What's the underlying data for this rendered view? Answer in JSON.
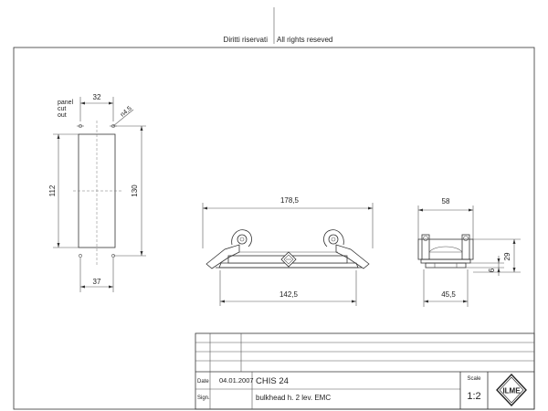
{
  "header": {
    "rights_it": "Diritti riservati",
    "rights_en": "All rights reseved"
  },
  "cutout": {
    "label_line1": "panel",
    "label_line2": "cut",
    "label_line3": "out",
    "dim_top": "32",
    "dim_hole": "n4,5",
    "dim_height_left": "112",
    "dim_height_right": "130",
    "dim_bottom": "37"
  },
  "front_view": {
    "dim_top": "178,5",
    "dim_bottom": "142,5"
  },
  "side_view": {
    "dim_top": "58",
    "dim_right_height": "29",
    "dim_right_small": "6",
    "dim_bottom": "45,5"
  },
  "title_block": {
    "date_label": "Date",
    "date_value": "04.01.2007",
    "sign_label": "Sign.",
    "code": "CHIS 24",
    "description": "bulkhead h. 2 lev.  EMC",
    "scale_label": "Scale",
    "scale_value": "1:2",
    "logo_text": "ILME"
  }
}
